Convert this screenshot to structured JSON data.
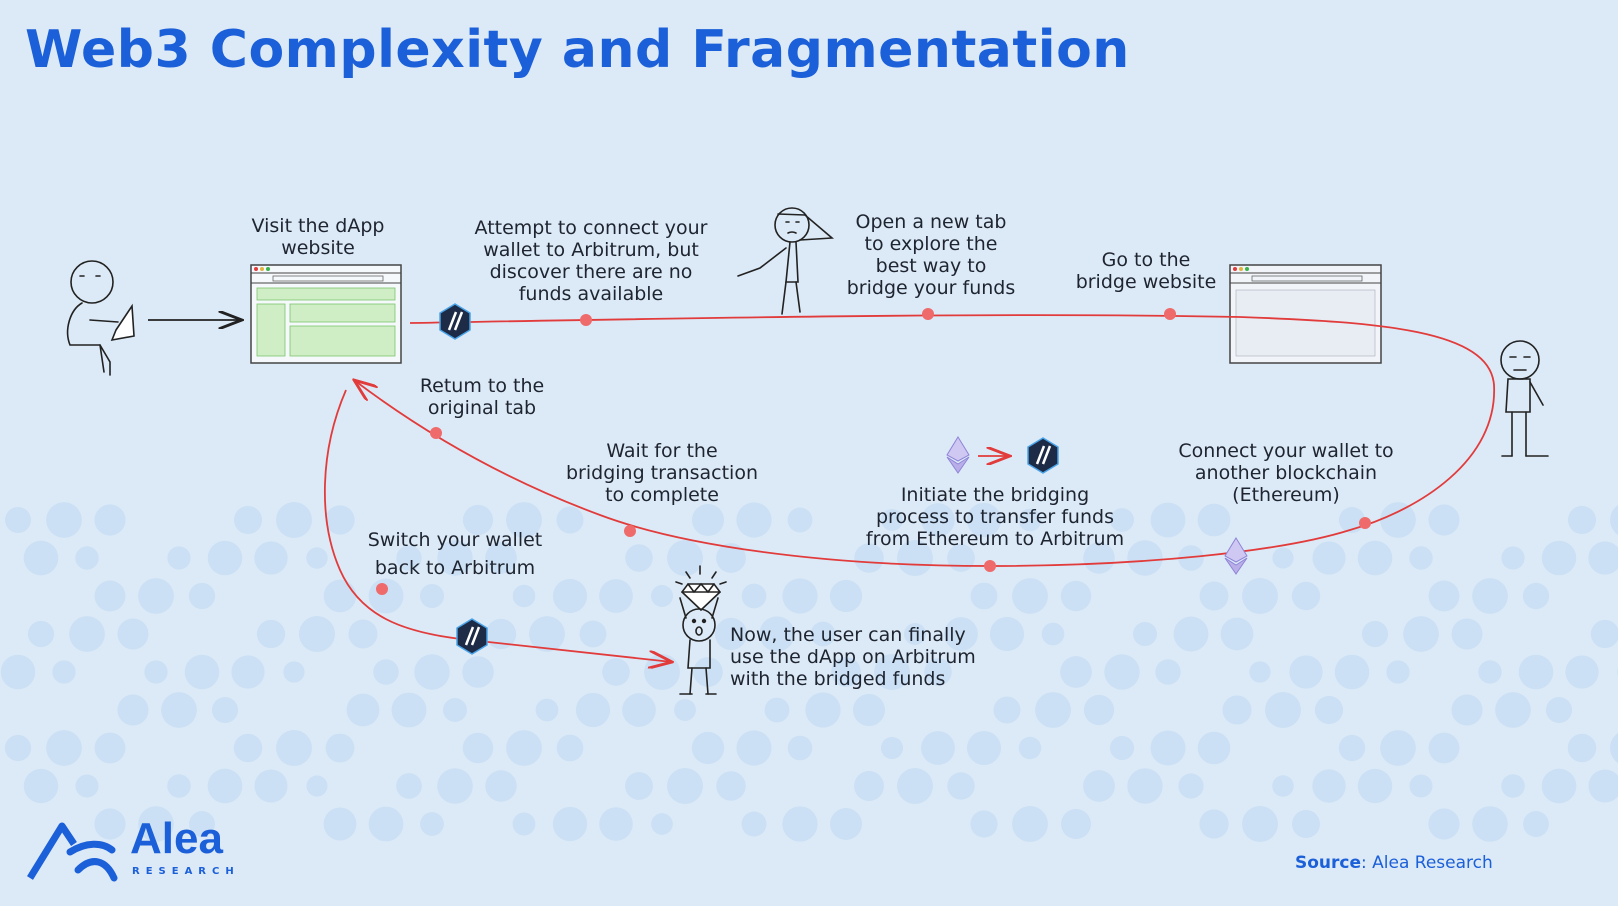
{
  "title": "Web3 Complexity and Fragmentation",
  "steps": {
    "visit": "Visit the dApp\nwebsite",
    "attempt": "Attempt to connect your\nwallet to Arbitrum, but\ndiscover there are no\nfunds available",
    "open_tab": "Open a new tab\nto explore the\nbest way to\nbridge your funds",
    "go_bridge": "Go to the\nbridge website",
    "connect": "Connect your wallet to\nanother blockchain\n(Ethereum)",
    "initiate": "Initiate the bridging\nprocess to transfer funds\nfrom Ethereum to Arbitrum",
    "wait": "Wait for the\nbridging transaction\nto complete",
    "return": "Retum to the\noriginal tab",
    "switch": "Switch your wallet\nback to Arbitrum",
    "final": "Now, the user can finally\nuse the dApp on Arbitrum\nwith the bridged funds"
  },
  "icons": [
    "user-laptop-icon",
    "browser-window-icon",
    "arbitrum-logo-icon",
    "ethereum-logo-icon",
    "stick-figure-icon"
  ],
  "colors": {
    "title": "#1b5fd9",
    "flow_line": "#e23b3b",
    "flow_dot": "#ef6b6b",
    "background": "#dceaf7"
  },
  "brand": {
    "name": "Alea",
    "sub": "RESEARCH"
  },
  "source": {
    "label": "Source",
    "value": ": Alea Research"
  }
}
